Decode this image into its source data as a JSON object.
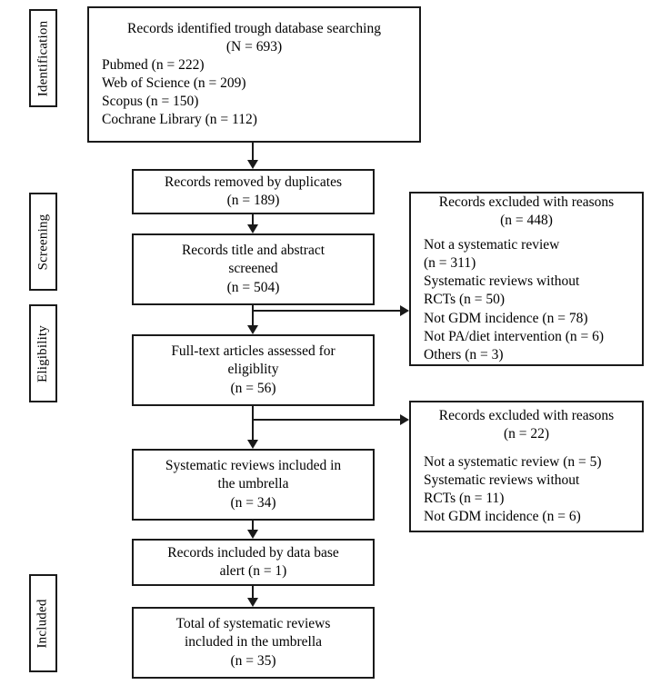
{
  "diagram": {
    "type": "prisma-flow-diagram",
    "phases": [
      {
        "id": "identification",
        "label": "Identification"
      },
      {
        "id": "screening",
        "label": "Screening"
      },
      {
        "id": "eligibility",
        "label": "Eligibility"
      },
      {
        "id": "included",
        "label": "Included"
      }
    ],
    "boxes": {
      "identified": {
        "title1": "Records identified trough database searching",
        "title2": "(N = 693)",
        "sources": [
          "Pubmed (n = 222)",
          "Web of Science (n = 209)",
          "Scopus (n = 150)",
          "Cochrane Library (n = 112)"
        ]
      },
      "duplicates": {
        "line1": "Records removed by duplicates",
        "line2": "(n = 189)"
      },
      "screened": {
        "line1": "Records title and abstract",
        "line2": "screened",
        "line3": "(n = 504)"
      },
      "fulltext": {
        "line1": "Full-text articles assessed for",
        "line2": "eligiblity",
        "line3": "(n = 56)"
      },
      "excluded_screening": {
        "title1": "Records excluded with reasons",
        "title2": "(n = 448)",
        "reasons": [
          "Not a systematic review",
          "(n = 311)",
          "Systematic reviews without",
          "RCTs (n = 50)",
          "Not GDM incidence (n = 78)",
          "Not PA/diet intervention (n = 6)",
          "Others (n = 3)"
        ]
      },
      "excluded_eligibility": {
        "title1": "Records excluded with reasons",
        "title2": "(n = 22)",
        "reasons": [
          "Not a systematic review (n = 5)",
          "Systematic reviews without",
          "RCTs (n = 11)",
          "Not GDM incidence (n = 6)"
        ]
      },
      "included_umbrella": {
        "line1": "Systematic reviews included in",
        "line2": "the umbrella",
        "line3": "(n = 34)"
      },
      "database_alert": {
        "line1": "Records included by data base",
        "line2": "alert (n = 1)"
      },
      "total": {
        "line1": "Total of systematic reviews",
        "line2": "included in the umbrella",
        "line3": "(n = 35)"
      }
    },
    "colors": {
      "border": "#1a1a1a",
      "background": "#ffffff",
      "text": "#000000"
    }
  }
}
